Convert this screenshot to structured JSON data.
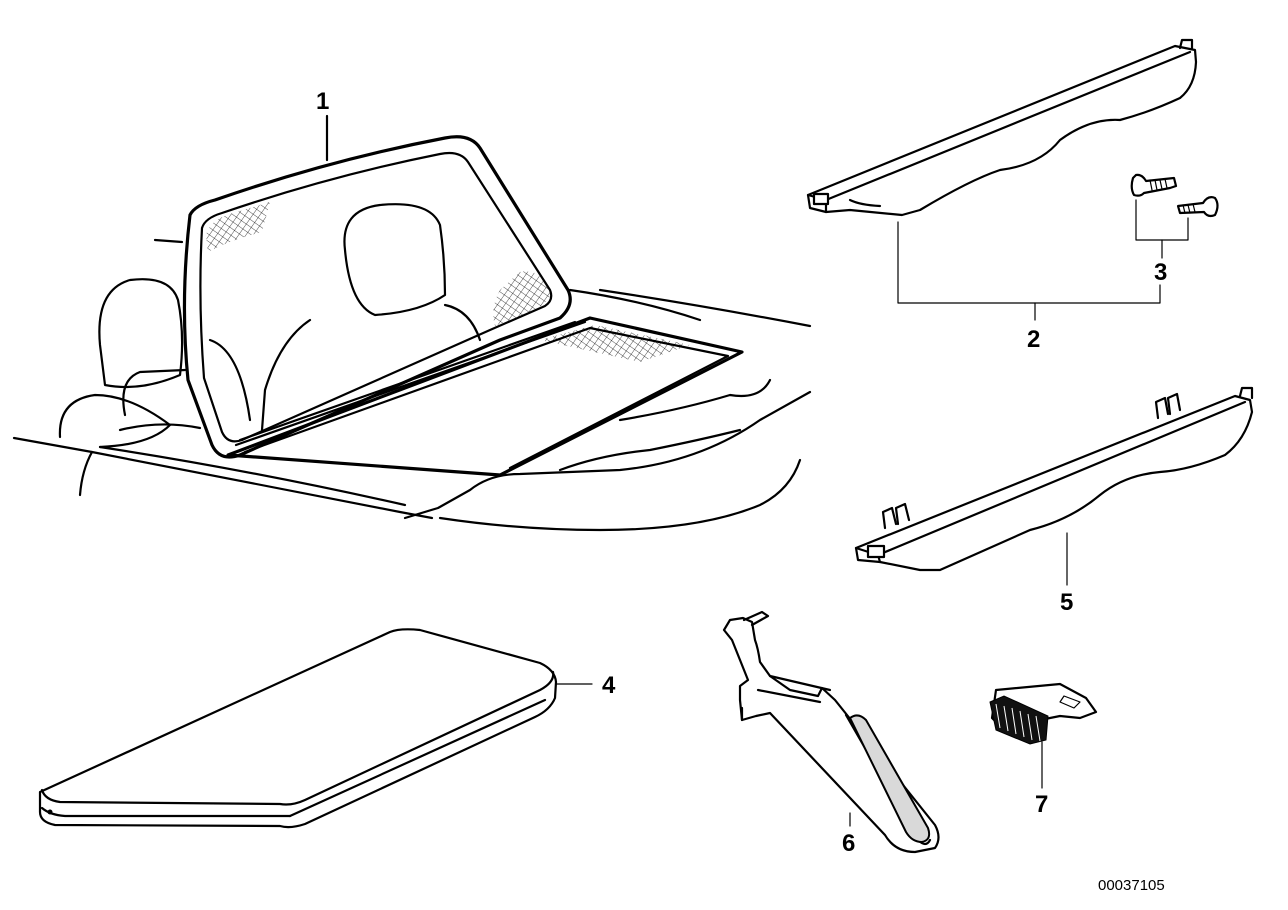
{
  "callouts": {
    "windscreen": "1",
    "cover_panel": "2",
    "screws": "3",
    "storage_bag": "4",
    "cover_panel_with_hinges": "5",
    "holder_bracket": "6",
    "clip": "7"
  },
  "drawing_number": "00037105"
}
